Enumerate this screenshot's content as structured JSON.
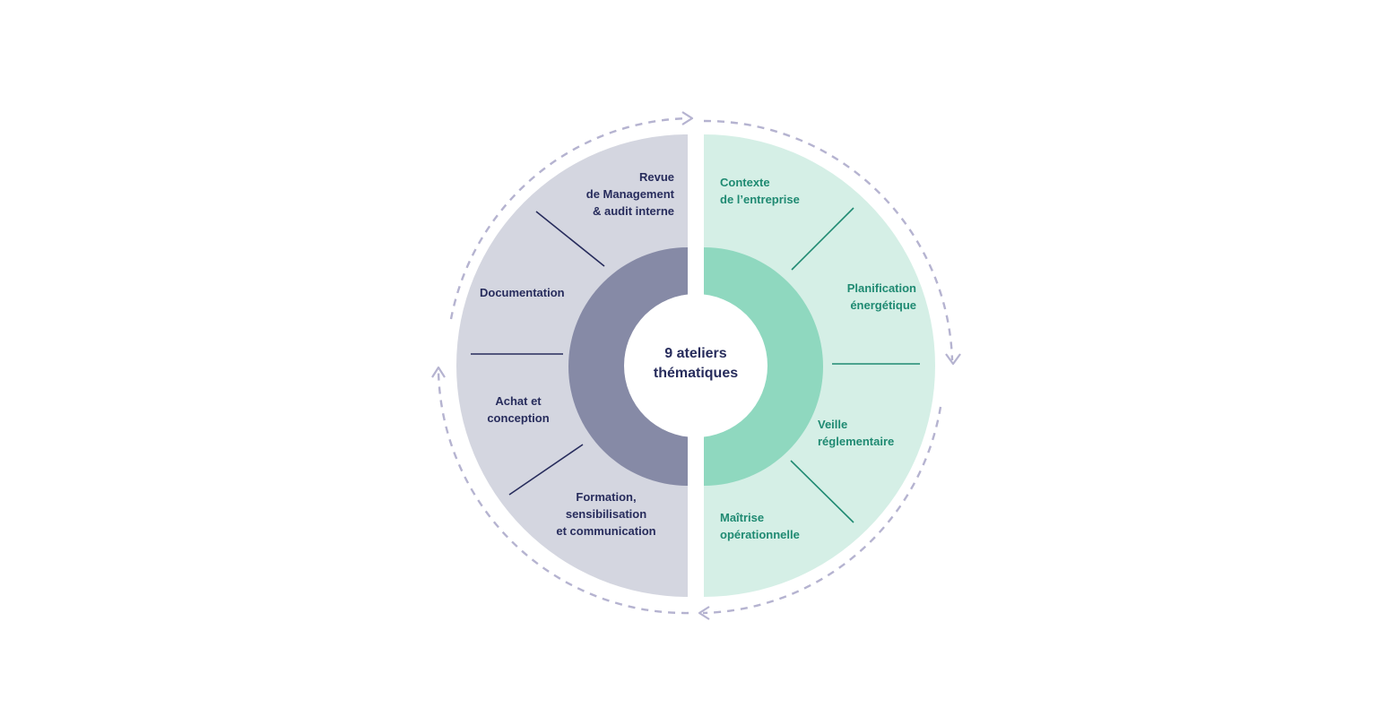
{
  "center": {
    "title": "9 ateliers\nthématiques"
  },
  "left_half": {
    "labels": [
      "Revue\nde Management\n& audit interne",
      "Documentation",
      "Achat et\nconception",
      "Formation,\nsensibilisation\net communication"
    ]
  },
  "right_half": {
    "labels": [
      "Contexte\nde l’entreprise",
      "Planification\nénergétique",
      "Veille\nréglementaire",
      "Maîtrise\nopérationnelle"
    ]
  },
  "colors": {
    "left_outer": "#d4d6e0",
    "left_inner": "#868aa6",
    "right_outer": "#d5efe6",
    "right_inner": "#8fd8bf",
    "left_text": "#272c5c",
    "right_text": "#1f8a72",
    "cycle_arrow": "#b5b3d0"
  }
}
